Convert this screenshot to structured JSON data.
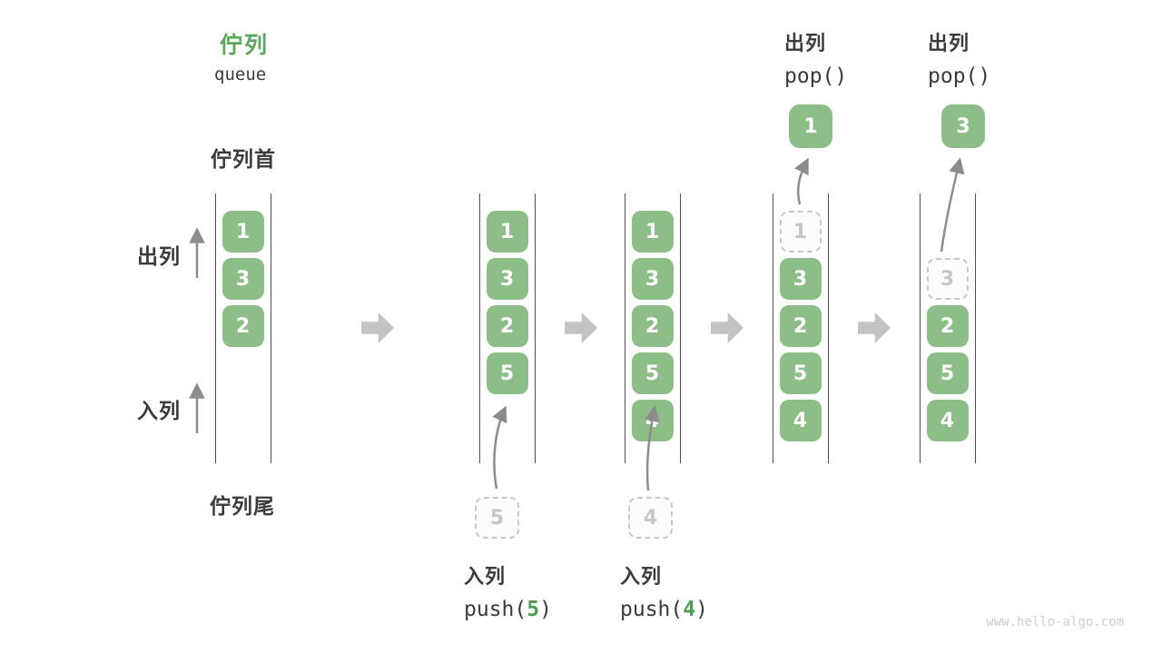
{
  "title": {
    "zh": "佇列",
    "en": "queue"
  },
  "side_labels": {
    "front": "佇列首",
    "rear": "佇列尾",
    "dequeue": "出列",
    "enqueue": "入列"
  },
  "colors": {
    "cell_green": "#8EBE88",
    "title_green": "#5BA85C",
    "code_arg_green": "#4D9E50",
    "text": "#3B3B3B",
    "wall_line": "#4F4F4F",
    "dashed_border": "#C9C9C9",
    "dashed_text": "#C6C6C6",
    "block_arrow": "#C3C3C3",
    "thin_arrow": "#8C8C8C",
    "watermark": "#CDCDCD"
  },
  "states": [
    {
      "cells": [
        {
          "slot": 1,
          "value": "1",
          "style": "solid"
        },
        {
          "slot": 2,
          "value": "3",
          "style": "solid"
        },
        {
          "slot": 3,
          "value": "2",
          "style": "solid"
        }
      ]
    },
    {
      "cells": [
        {
          "slot": 1,
          "value": "1",
          "style": "solid"
        },
        {
          "slot": 2,
          "value": "3",
          "style": "solid"
        },
        {
          "slot": 3,
          "value": "2",
          "style": "solid"
        },
        {
          "slot": 4,
          "value": "5",
          "style": "solid"
        }
      ],
      "incoming": {
        "value": "5"
      },
      "operation": {
        "label": "入列",
        "code": {
          "pre": "push(",
          "arg": "5",
          "post": ")"
        }
      }
    },
    {
      "cells": [
        {
          "slot": 1,
          "value": "1",
          "style": "solid"
        },
        {
          "slot": 2,
          "value": "3",
          "style": "solid"
        },
        {
          "slot": 3,
          "value": "2",
          "style": "solid"
        },
        {
          "slot": 4,
          "value": "5",
          "style": "solid"
        },
        {
          "slot": 5,
          "value": "4",
          "style": "solid"
        }
      ],
      "incoming": {
        "value": "4"
      },
      "operation": {
        "label": "入列",
        "code": {
          "pre": "push(",
          "arg": "4",
          "post": ")"
        }
      }
    },
    {
      "cells": [
        {
          "slot": 1,
          "value": "1",
          "style": "dashed"
        },
        {
          "slot": 2,
          "value": "3",
          "style": "solid"
        },
        {
          "slot": 3,
          "value": "2",
          "style": "solid"
        },
        {
          "slot": 4,
          "value": "5",
          "style": "solid"
        },
        {
          "slot": 5,
          "value": "4",
          "style": "solid"
        }
      ],
      "outgoing": {
        "value": "1"
      },
      "operation": {
        "label": "出列",
        "code": {
          "pre": "pop()",
          "arg": "",
          "post": ""
        }
      }
    },
    {
      "cells": [
        {
          "slot": 2,
          "value": "3",
          "style": "dashed"
        },
        {
          "slot": 3,
          "value": "2",
          "style": "solid"
        },
        {
          "slot": 4,
          "value": "5",
          "style": "solid"
        },
        {
          "slot": 5,
          "value": "4",
          "style": "solid"
        }
      ],
      "outgoing": {
        "value": "3"
      },
      "operation": {
        "label": "出列",
        "code": {
          "pre": "pop()",
          "arg": "",
          "post": ""
        }
      }
    }
  ],
  "watermark": "www.hello-algo.com"
}
